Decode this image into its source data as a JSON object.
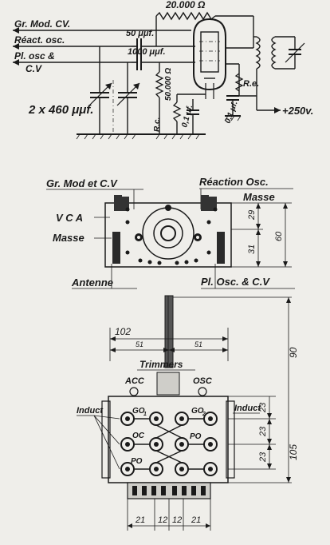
{
  "schematic": {
    "labels": {
      "gr_mod_cv": "Gr. Mod. CV.",
      "react_osc": "Réact. osc.",
      "pl_osc_line1": "Pl. osc &",
      "pl_osc_line2": "C.V",
      "cap_tuning": "2 x 460 μμf.",
      "cap_50": "50 μμf.",
      "cap_1000": "1000 μμf.",
      "res_20000": "20.000 Ω",
      "res_50000": "50.000 Ω",
      "rc": "R.c.",
      "re": "R.e.",
      "cap_01_left": "0,1 μf.",
      "cap_01_right": "0,1 μf.",
      "supply": "+250v."
    }
  },
  "top_view": {
    "labels": {
      "gr_mod_cv": "Gr. Mod et C.V",
      "reaction_osc": "Réaction Osc.",
      "masse_right": "Masse",
      "vca": "V C A",
      "masse_left": "Masse",
      "antenne": "Antenne",
      "pl_osc_cv": "Pl. Osc. & C.V"
    },
    "dimensions": {
      "d29": "29",
      "d31": "31",
      "d60": "60"
    }
  },
  "front_view": {
    "labels": {
      "trimmers": "Trimmers",
      "acc": "ACC",
      "osc": "OSC",
      "induct_left": "Induct",
      "induct_right": "Induct",
      "go1": "GO",
      "go2": "GO",
      "oc": "OC",
      "po1": "PO",
      "po2": "PO",
      "sub1": "1",
      "sub2": "2"
    },
    "dimensions": {
      "d102": "102",
      "d51a": "51",
      "d51b": "51",
      "d90": "90",
      "d23a": "23",
      "d23b": "23",
      "d23c": "23",
      "d105": "105",
      "d21a": "21",
      "d12a": "12",
      "d12b": "12",
      "d21b": "21"
    }
  }
}
